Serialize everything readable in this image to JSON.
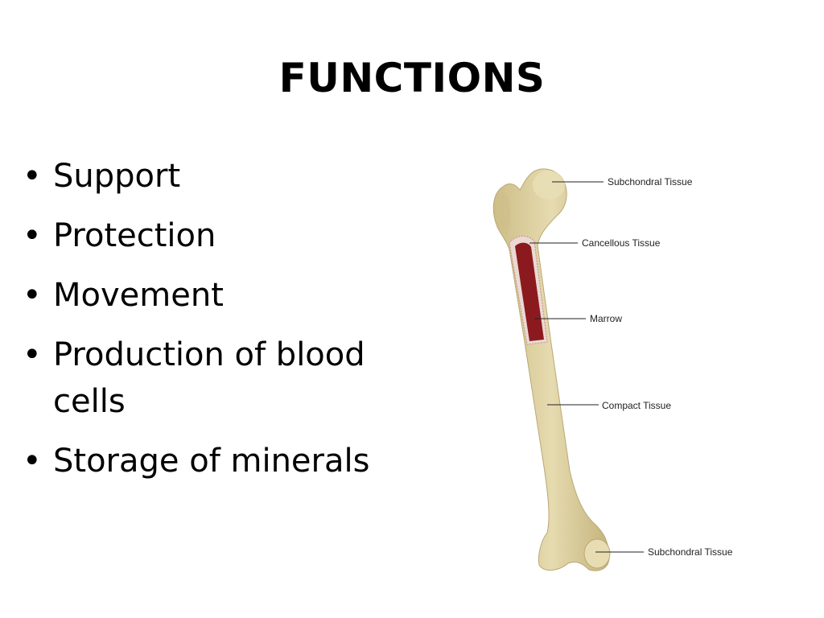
{
  "slide": {
    "title": "FUNCTIONS",
    "bullets": [
      "Support",
      "Protection",
      "Movement",
      "Production of blood cells",
      "Storage of minerals"
    ],
    "bullet_glyph": "•"
  },
  "figure": {
    "labels": {
      "subchondral_top": "Subchondral Tissue",
      "cancellous": "Cancellous Tissue",
      "marrow": "Marrow",
      "compact": "Compact Tissue",
      "subchondral_bottom": "Subchondral Tissue"
    },
    "colors": {
      "bone": "#e3d7a8",
      "bone_shadow": "#c8b983",
      "marrow": "#8b1a1f",
      "cancellous_rim": "#e8d9d2"
    }
  }
}
